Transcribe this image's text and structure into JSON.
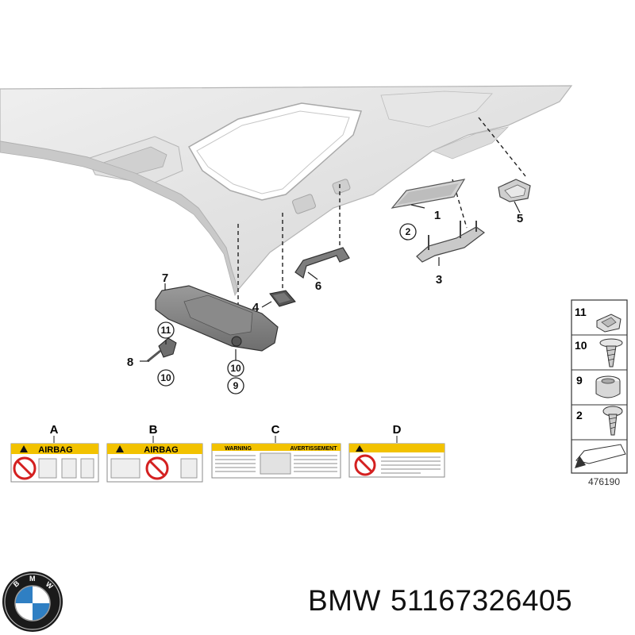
{
  "callouts": {
    "c1": "1",
    "c2": "2",
    "c3": "3",
    "c4": "4",
    "c5": "5",
    "c6": "6",
    "c7": "7",
    "c8": "8",
    "c9": "9",
    "c10a": "10",
    "c10b": "10",
    "c11": "11"
  },
  "labels": {
    "a": {
      "letter": "A",
      "title": "AIRBAG"
    },
    "b": {
      "letter": "B",
      "title": "AIRBAG"
    },
    "c": {
      "letter": "C",
      "left_title": "WARNING",
      "right_title": "AVERTISSEMENT"
    },
    "d": {
      "letter": "D"
    }
  },
  "legend": {
    "items": [
      "11",
      "10",
      "9",
      "2"
    ],
    "diagram_number": "476190"
  },
  "footer": {
    "brand": "BMW",
    "part_number": "51167326405"
  },
  "colors": {
    "part_gray": "#d9d9d9",
    "part_dark": "#7a7a7a",
    "label_yellow": "#f2c200",
    "prohibit_red": "#d42020",
    "bmw_blue": "#2f7fc3"
  }
}
